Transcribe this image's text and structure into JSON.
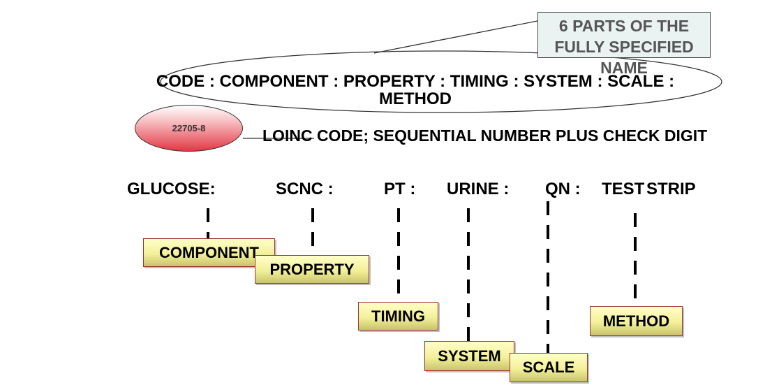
{
  "callout": {
    "text": "6 PARTS OF THE\nFULLY SPECIFIED\nNAME"
  },
  "formula": {
    "text": "CODE : COMPONENT : PROPERTY : TIMING : SYSTEM : SCALE :\nMETHOD"
  },
  "code_badge": {
    "value": "22705-8",
    "description": "LOINC CODE; SEQUENTIAL  NUMBER PLUS CHECK DIGIT"
  },
  "parts": {
    "glucose": "GLUCOSE:",
    "scnc": "SCNC :",
    "pt": "PT :",
    "urine": "URINE  :",
    "qn": "QN :",
    "test_strip": "TEST STRIP"
  },
  "labels": {
    "component": "COMPONENT",
    "property": "PROPERTY",
    "timing": "TIMING",
    "system": "SYSTEM",
    "scale": "SCALE",
    "method": "METHOD"
  },
  "colors": {
    "label_fill": "#f3f09a",
    "label_border": "#a33030",
    "badge_fill": "#e23845",
    "callout_fill": "#eaf2f2"
  }
}
